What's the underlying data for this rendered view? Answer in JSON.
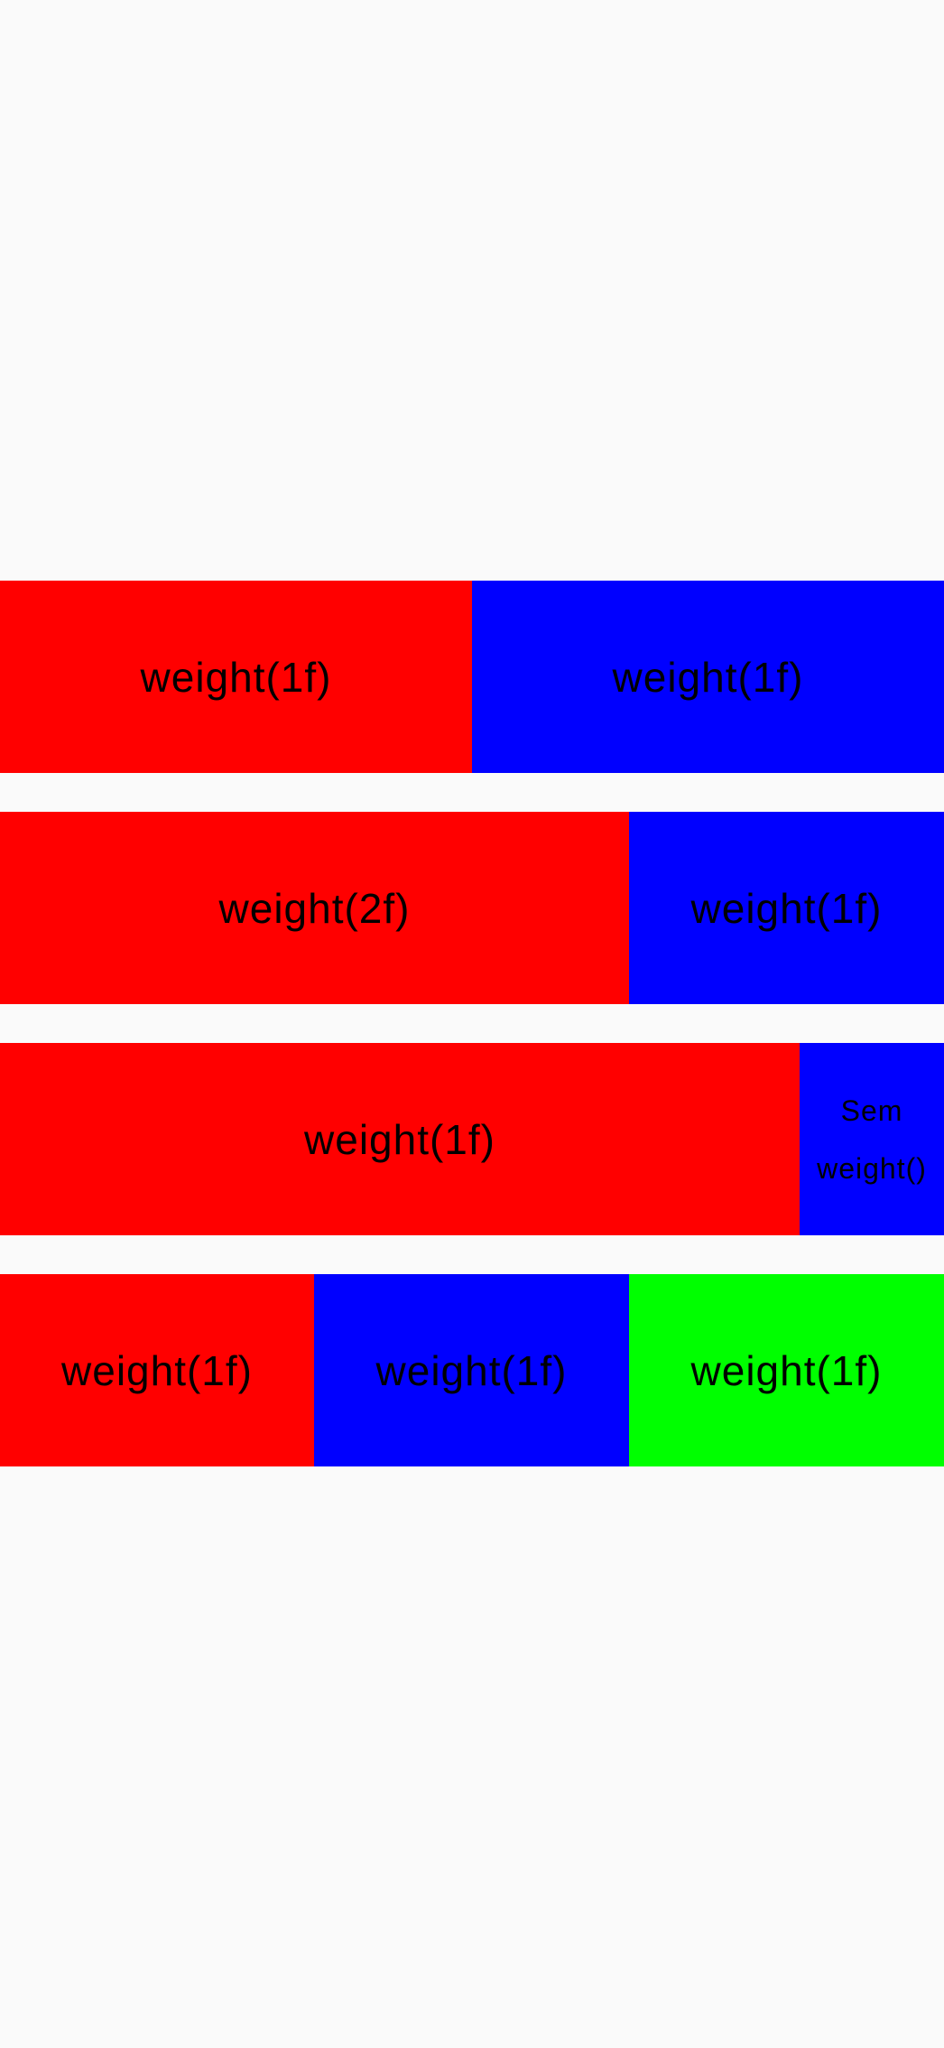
{
  "colors": {
    "background": "#fafafa",
    "red": "#ff0000",
    "blue": "#0000ff",
    "green": "#00ff00",
    "text": "#000000"
  },
  "rows": [
    {
      "boxes": [
        {
          "label": "weight(1f)",
          "color": "red"
        },
        {
          "label": "weight(1f)",
          "color": "blue"
        }
      ]
    },
    {
      "boxes": [
        {
          "label": "weight(2f)",
          "color": "red"
        },
        {
          "label": "weight(1f)",
          "color": "blue"
        }
      ]
    },
    {
      "boxes": [
        {
          "label": "weight(1f)",
          "color": "red"
        },
        {
          "label_line1": "Sem",
          "label_line2": "weight()",
          "color": "blue"
        }
      ]
    },
    {
      "boxes": [
        {
          "label": "weight(1f)",
          "color": "red"
        },
        {
          "label": "weight(1f)",
          "color": "blue"
        },
        {
          "label": "weight(1f)",
          "color": "green"
        }
      ]
    }
  ]
}
